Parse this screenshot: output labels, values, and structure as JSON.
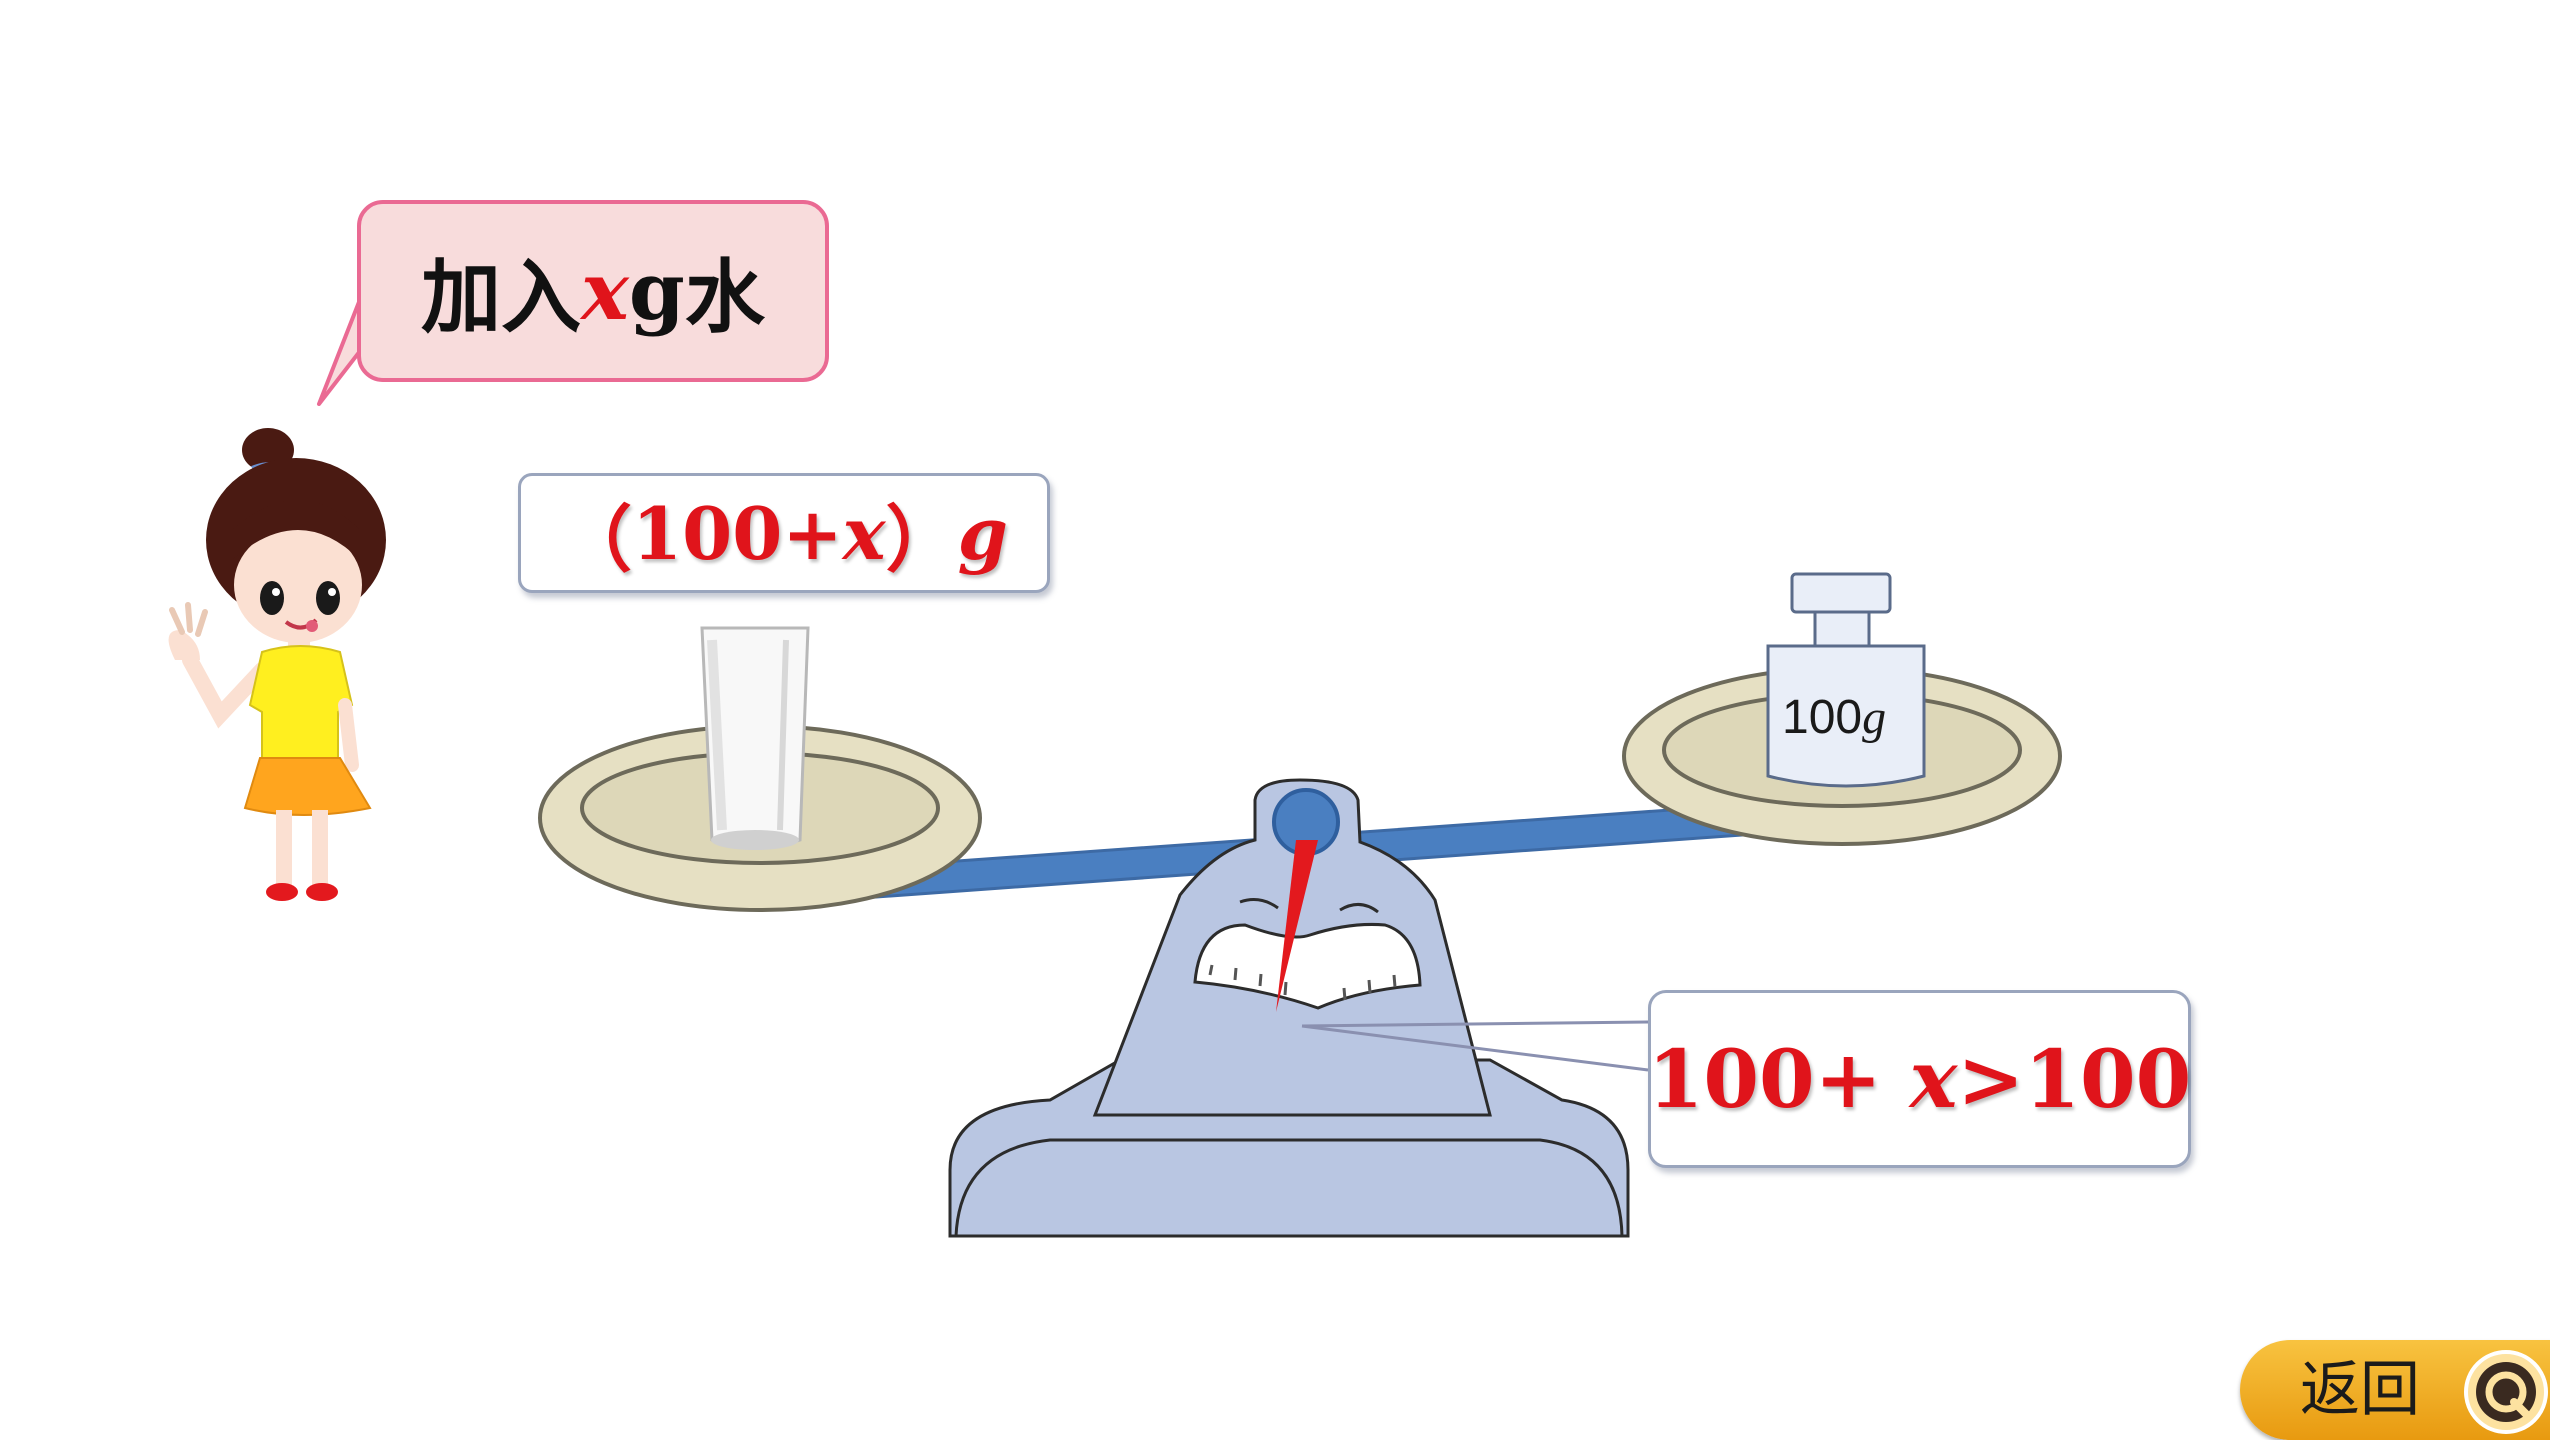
{
  "bubble": {
    "part1": "加入",
    "variable": "x",
    "unit": "g",
    "part2": "水"
  },
  "mass_label": {
    "open": "（",
    "number": "100+",
    "variable": "x",
    "close": "）",
    "unit": "g"
  },
  "weight": {
    "number": "100",
    "unit": "g"
  },
  "inequality": {
    "left": "100+ ",
    "variable": "x",
    "right": ">100"
  },
  "back_button": {
    "label": "返回"
  },
  "icons": {
    "back": "back-arrow-icon"
  },
  "colors": {
    "accent_red": "#e0141b",
    "bubble_border": "#ea6a93",
    "bubble_fill": "#f8dcdc",
    "scale_body": "#b9c6e2",
    "beam": "#4a7fc1",
    "button": "#f3b12b"
  }
}
